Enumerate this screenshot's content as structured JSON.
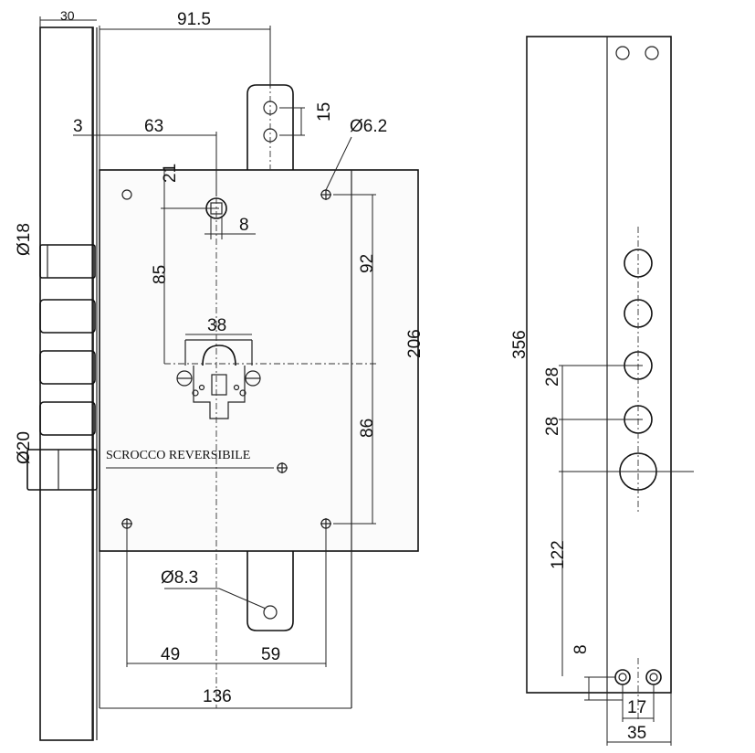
{
  "front_view": {
    "dimensions": {
      "d30": "30",
      "d91_5": "91.5",
      "d15": "15",
      "d3": "3",
      "d63": "63",
      "d6_2": "Ø6.2",
      "d21": "21",
      "d8": "8",
      "d18": "Ø18",
      "d85": "85",
      "d92": "92",
      "d38": "38",
      "d206": "206",
      "d20": "Ø20",
      "d86": "86",
      "d8_3": "Ø8.3",
      "d49": "49",
      "d59": "59",
      "d136": "136"
    },
    "latch_label": "SCROCCO REVERSIBILE"
  },
  "side_view": {
    "dimensions": {
      "d356": "356",
      "d28a": "28",
      "d28b": "28",
      "d122": "122",
      "d8": "8",
      "d17": "17",
      "d35": "35"
    }
  }
}
